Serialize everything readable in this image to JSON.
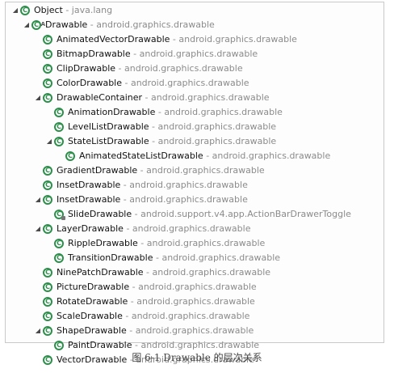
{
  "tree": {
    "separator": " - ",
    "nodes": [
      {
        "name": "Object",
        "package": "java.lang",
        "depth": 0,
        "expanded": true,
        "kind": "class"
      },
      {
        "name": "Drawable",
        "package": "android.graphics.drawable",
        "depth": 1,
        "expanded": true,
        "kind": "abstract-class"
      },
      {
        "name": "AnimatedVectorDrawable",
        "package": "android.graphics.drawable",
        "depth": 2,
        "expanded": null,
        "kind": "class"
      },
      {
        "name": "BitmapDrawable",
        "package": "android.graphics.drawable",
        "depth": 2,
        "expanded": null,
        "kind": "class"
      },
      {
        "name": "ClipDrawable",
        "package": "android.graphics.drawable",
        "depth": 2,
        "expanded": null,
        "kind": "class"
      },
      {
        "name": "ColorDrawable",
        "package": "android.graphics.drawable",
        "depth": 2,
        "expanded": null,
        "kind": "class"
      },
      {
        "name": "DrawableContainer",
        "package": "android.graphics.drawable",
        "depth": 2,
        "expanded": true,
        "kind": "class"
      },
      {
        "name": "AnimationDrawable",
        "package": "android.graphics.drawable",
        "depth": 3,
        "expanded": null,
        "kind": "class"
      },
      {
        "name": "LevelListDrawable",
        "package": "android.graphics.drawable",
        "depth": 3,
        "expanded": null,
        "kind": "class"
      },
      {
        "name": "StateListDrawable",
        "package": "android.graphics.drawable",
        "depth": 3,
        "expanded": true,
        "kind": "class"
      },
      {
        "name": "AnimatedStateListDrawable",
        "package": "android.graphics.drawable",
        "depth": 4,
        "expanded": null,
        "kind": "class"
      },
      {
        "name": "GradientDrawable",
        "package": "android.graphics.drawable",
        "depth": 2,
        "expanded": null,
        "kind": "class"
      },
      {
        "name": "InsetDrawable",
        "package": "android.graphics.drawable",
        "depth": 2,
        "expanded": null,
        "kind": "class"
      },
      {
        "name": "InsetDrawable",
        "package": "android.graphics.drawable",
        "depth": 2,
        "expanded": true,
        "kind": "class"
      },
      {
        "name": "SlideDrawable",
        "package": "android.support.v4.app.ActionBarDrawerToggle",
        "depth": 3,
        "expanded": null,
        "kind": "nested-class"
      },
      {
        "name": "LayerDrawable",
        "package": "android.graphics.drawable",
        "depth": 2,
        "expanded": true,
        "kind": "class"
      },
      {
        "name": "RippleDrawable",
        "package": "android.graphics.drawable",
        "depth": 3,
        "expanded": null,
        "kind": "class"
      },
      {
        "name": "TransitionDrawable",
        "package": "android.graphics.drawable",
        "depth": 3,
        "expanded": null,
        "kind": "class"
      },
      {
        "name": "NinePatchDrawable",
        "package": "android.graphics.drawable",
        "depth": 2,
        "expanded": null,
        "kind": "class"
      },
      {
        "name": "PictureDrawable",
        "package": "android.graphics.drawable",
        "depth": 2,
        "expanded": null,
        "kind": "class"
      },
      {
        "name": "RotateDrawable",
        "package": "android.graphics.drawable",
        "depth": 2,
        "expanded": null,
        "kind": "class"
      },
      {
        "name": "ScaleDrawable",
        "package": "android.graphics.drawable",
        "depth": 2,
        "expanded": null,
        "kind": "class"
      },
      {
        "name": "ShapeDrawable",
        "package": "android.graphics.drawable",
        "depth": 2,
        "expanded": true,
        "kind": "class"
      },
      {
        "name": "PaintDrawable",
        "package": "android.graphics.drawable",
        "depth": 3,
        "expanded": null,
        "kind": "class"
      },
      {
        "name": "VectorDrawable",
        "package": "android.graphics.drawable",
        "depth": 2,
        "expanded": null,
        "kind": "class"
      }
    ]
  },
  "caption": "图 6-1 Drawable 的层次关系",
  "colors": {
    "class_icon": "#2d8f4b",
    "package_text": "#8b8b8b",
    "name_text": "#111111"
  },
  "icons": {
    "expanded": "triangle-expanded-icon",
    "class": "class-icon",
    "abstract-class": "abstract-class-icon",
    "nested-class": "nested-class-icon"
  }
}
